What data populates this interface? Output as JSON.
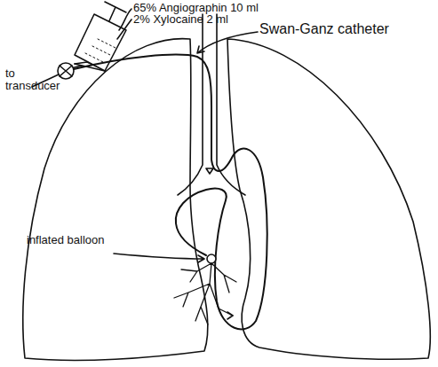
{
  "diagram": {
    "labels": [
      "65% Angiographin 10 ml",
      "2% Xylocaine 2 ml",
      "Swan-Ganz catheter",
      "to transducer",
      "inflated balloon"
    ]
  }
}
